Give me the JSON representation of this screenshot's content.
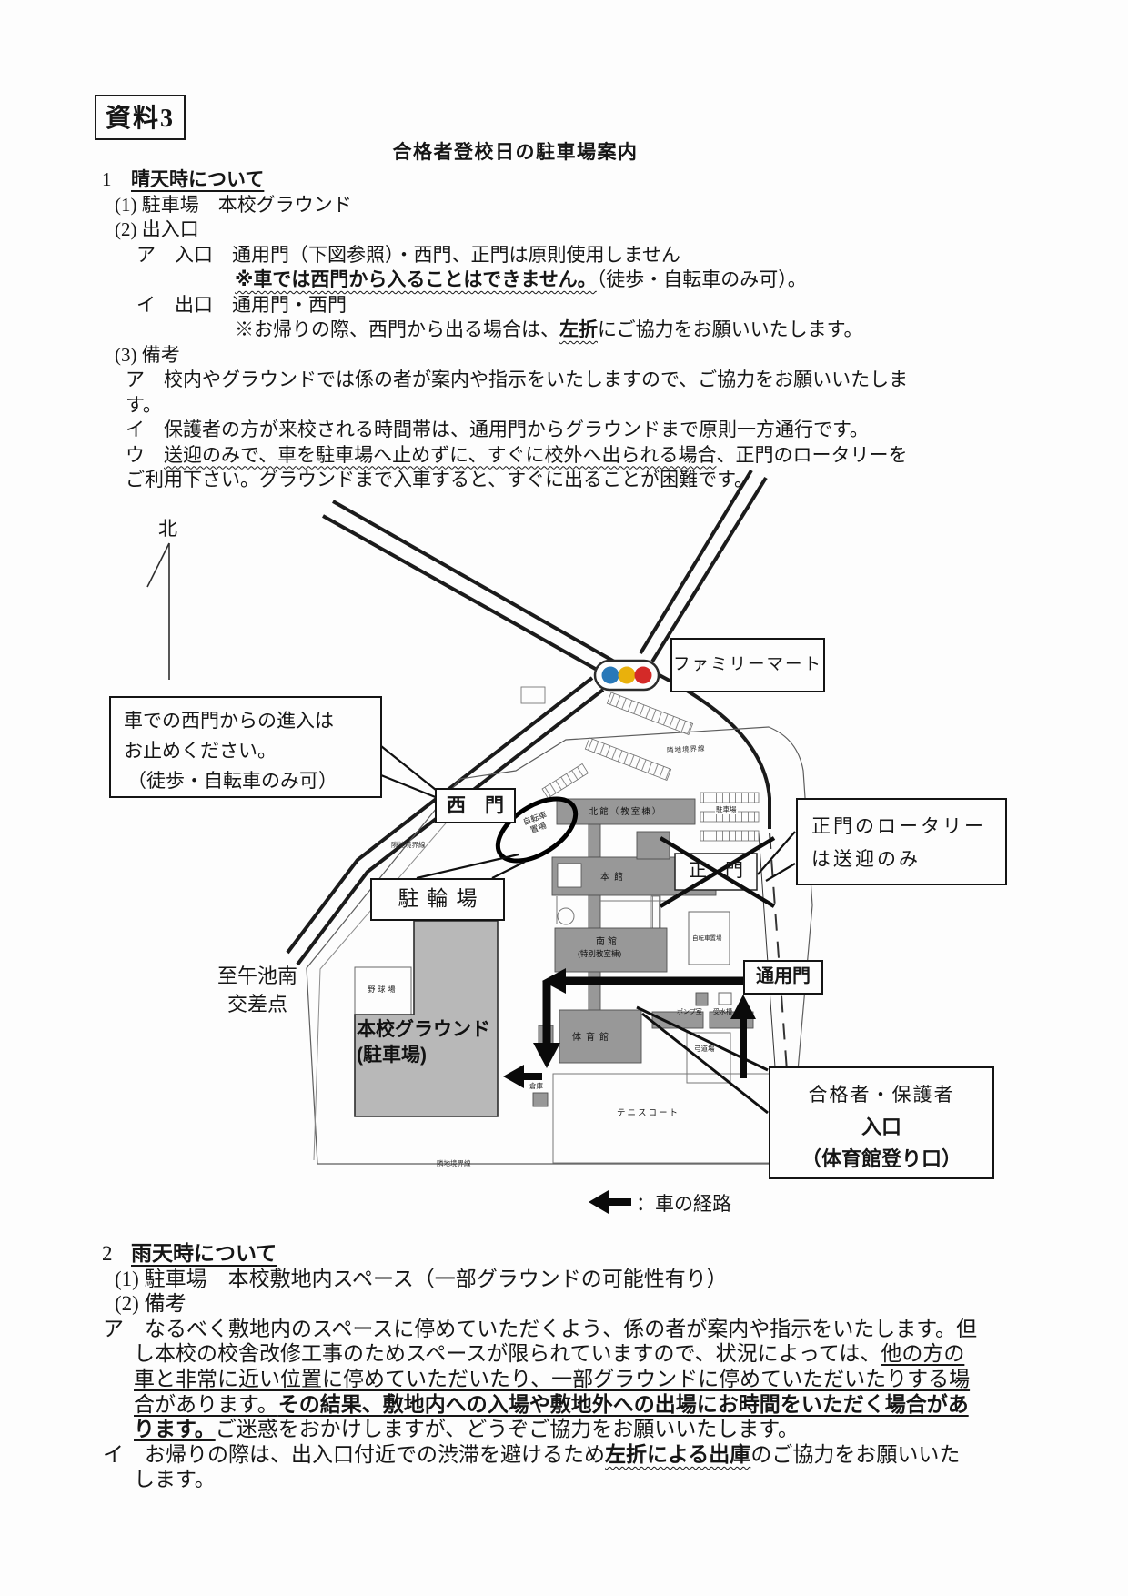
{
  "header": {
    "tag": "資料3",
    "title": "合格者登校日の駐車場案内"
  },
  "section1": {
    "number": "1",
    "heading": "晴天時について",
    "parking": "(1) 駐車場　本校グラウンド",
    "gates": "(2) 出入口",
    "entry": "ア　入口　通用門（下図参照）・西門、正門は原則使用しません",
    "entry_note_bold": "※車では西門から入ることはできません。",
    "entry_note_rest": "（徒歩・自転車のみ可）。",
    "exit": "イ　出口　通用門・西門",
    "exit_note_pre": "※お帰りの際、西門から出る場合は、",
    "exit_note_bold": "左折",
    "exit_note_post": "にご協力をお願いいたします。",
    "remarks": "(3) 備考",
    "remark_a": "ア　校内やグラウンドでは係の者が案内や指示をいたしますので、ご協力をお願いいたします。",
    "remark_i": "イ　保護者の方が来校される時間帯は、通用門からグラウンドまで原則一方通行です。",
    "remark_u_pre": "ウ　",
    "remark_u_wavy": "送迎のみで、車を駐車場へ止めずに、すぐに校外へ出られる場合",
    "remark_u_post": "、正門のロータリーをご利用下さい。グラウンドまで入車すると、すぐに出ることが困難です。"
  },
  "map": {
    "north": "北",
    "familymart": "ファミリーマート",
    "west_warning": {
      "line1": "車での西門からの進入は",
      "line2": "お止めください。",
      "line3": "（徒歩・自転車のみ可）"
    },
    "west_gate": "西　門",
    "bicycle_circle": {
      "line1": "自転車",
      "line2": "置場"
    },
    "bicycle_parking": "駐輪場",
    "rotary": {
      "line1": "正門のロータリー",
      "line2": "は送迎のみ"
    },
    "main_gate": "正　門",
    "service_gate": "通用門",
    "to_intersection": {
      "line1": "至午池南",
      "line2": "交差点"
    },
    "ground": {
      "line1": "本校グラウンド",
      "line2": "(駐車場)"
    },
    "entrance": {
      "line1": "合格者・保護者",
      "line2": "入口",
      "line3": "（体育館登り口）"
    },
    "legend": "：車の経路",
    "traffic_light": {
      "left": "#2878b8",
      "middle": "#e9b10c",
      "right": "#d42a28"
    },
    "labels": {
      "north_building": "北館（教室棟）",
      "main_building": "本館",
      "south_building1": "南館",
      "south_building2": "(特別教室棟)",
      "gym": "体育館",
      "bicycle_east": "自転車置場",
      "parking_lot": "駐車場",
      "baseball": "野球場",
      "tennis": "テニスコート",
      "kyudo": "弓道場",
      "pump": "ポンプ室",
      "tank": "受水槽",
      "warehouse": "倉庫",
      "boundary1": "隣地境界線",
      "boundary2": "隣地境界線",
      "boundary3": "隣地境界線"
    }
  },
  "section2": {
    "number": "2",
    "heading": "雨天時について",
    "parking": "(1) 駐車場　本校敷地内スペース（一部グラウンドの可能性有り）",
    "remarks": "(2) 備考",
    "remark_a_pre": "ア　なるべく敷地内のスペースに停めていただくよう、係の者が案内や指示をいたします。但し本校の校舎改修工事のためスペースが限られていますので、状況によっては、",
    "remark_a_ul": "他の方の車と非常に近い位置に停めていただいたり、一部グラウンドに停めていただいたりする場合があります。",
    "remark_a_bold": "その結果、敷地内への入場や敷地外への出場にお時間をいただく場合があります。",
    "remark_a_post": "ご迷惑をおかけしますが、どうぞご協力をお願いいたします。",
    "remark_i_pre": "イ　お帰りの際は、出入口付近での渋滞を避けるため",
    "remark_i_bold": "左折による出庫",
    "remark_i_post": "のご協力をお願いいたします。"
  }
}
